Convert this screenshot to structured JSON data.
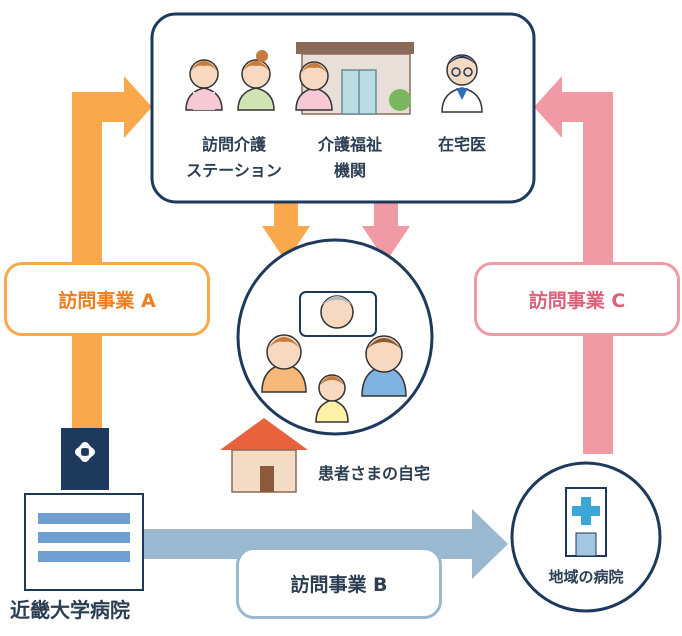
{
  "providers": [
    {
      "label_line1": "訪問介護",
      "label_line2": "ステーション"
    },
    {
      "label_line1": "介護福祉",
      "label_line2": "機関"
    },
    {
      "label_line1": "在宅医",
      "label_line2": ""
    }
  ],
  "patient_home": {
    "label": "患者さまの自宅"
  },
  "university_hospital": {
    "label": "近畿大学病院"
  },
  "local_hospital": {
    "label": "地域の病院"
  },
  "programs": {
    "a": "訪問事業 A",
    "b": "訪問事業 B",
    "c": "訪問事業 C"
  },
  "colors": {
    "orange": "#f9a94b",
    "pink": "#ef9aa5",
    "blue": "#9ab8cf",
    "navy": "#1d3a5c",
    "text_orange": "#f07d1b",
    "text_pink": "#e0607a",
    "text_navy": "#2b3e52"
  }
}
